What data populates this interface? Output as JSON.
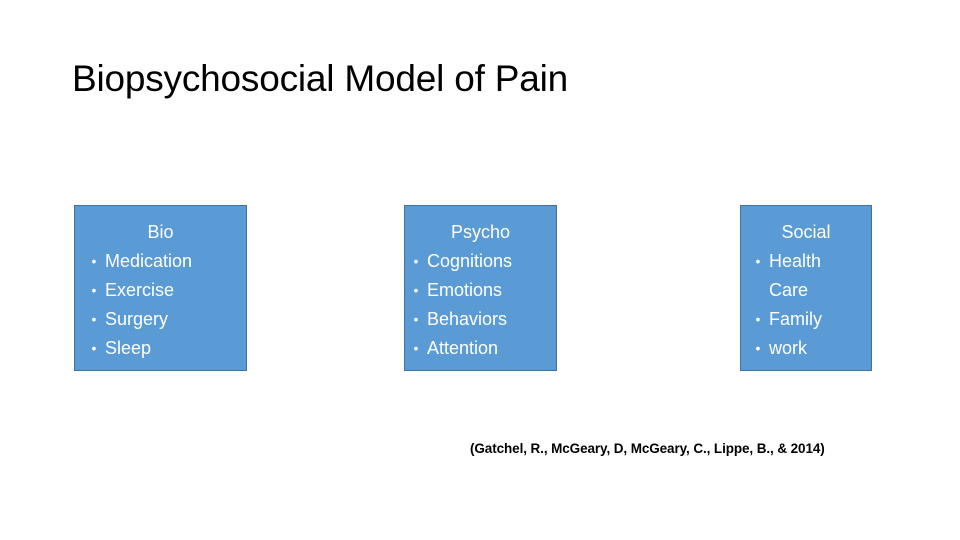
{
  "slide": {
    "title": "Biopsychosocial Model of Pain",
    "background_color": "#FFFFFF",
    "citation": "(Gatchel, R., McGeary, D, McGeary, C., Lippe, B., & 2014)"
  },
  "boxes": [
    {
      "id": "bio",
      "heading": "Bio",
      "fill_color": "#5B9BD5",
      "border_color": "#41719C",
      "text_color": "#FFFFFF",
      "bullet_glyph": "•",
      "items": [
        {
          "text": "Medication",
          "continued": false
        },
        {
          "text": "Exercise",
          "continued": false
        },
        {
          "text": "Surgery",
          "continued": false
        },
        {
          "text": "Sleep",
          "continued": false
        }
      ]
    },
    {
      "id": "psycho",
      "heading": "Psycho",
      "fill_color": "#5B9BD5",
      "border_color": "#41719C",
      "text_color": "#FFFFFF",
      "bullet_glyph": "•",
      "items": [
        {
          "text": "Cognitions",
          "continued": false
        },
        {
          "text": "Emotions",
          "continued": false
        },
        {
          "text": "Behaviors",
          "continued": false
        },
        {
          "text": "Attention",
          "continued": false
        }
      ]
    },
    {
      "id": "social",
      "heading": "Social",
      "fill_color": "#5B9BD5",
      "border_color": "#41719C",
      "text_color": "#FFFFFF",
      "bullet_glyph": "•",
      "items": [
        {
          "text": "Health",
          "continued": false
        },
        {
          "text": "Care",
          "continued": true
        },
        {
          "text": "Family",
          "continued": false
        },
        {
          "text": "work",
          "continued": false
        }
      ]
    }
  ]
}
